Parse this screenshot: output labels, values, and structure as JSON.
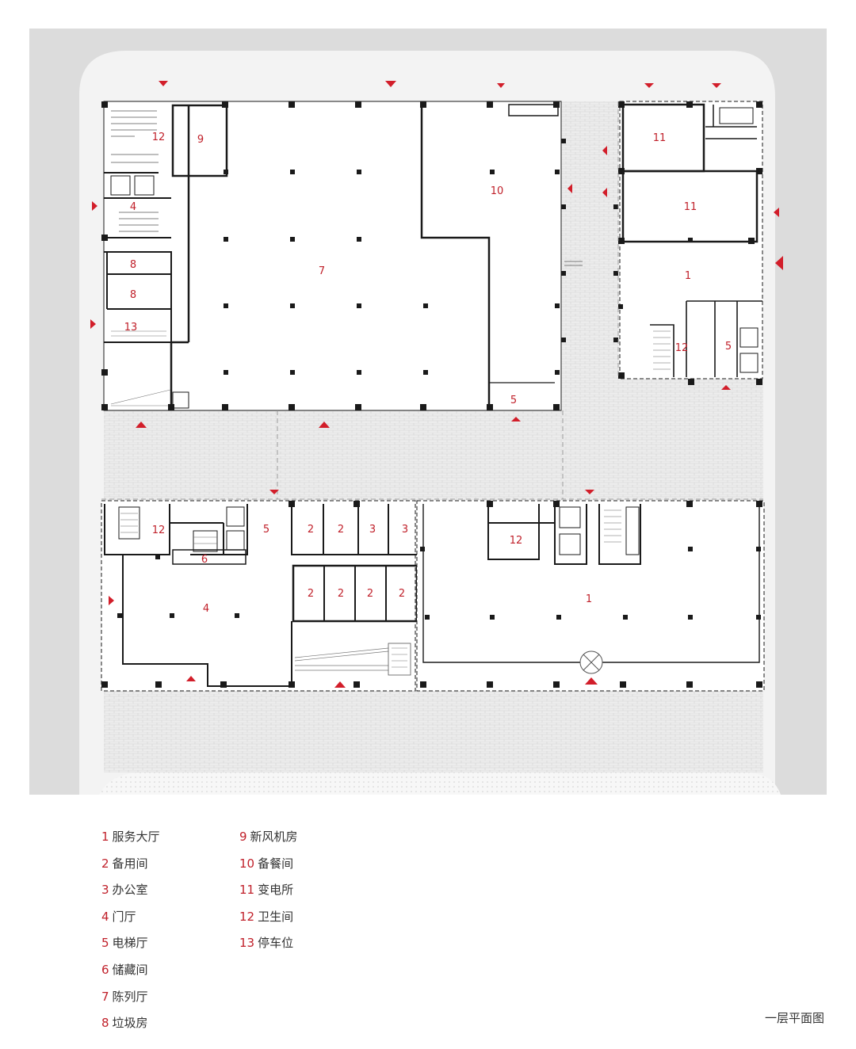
{
  "colors": {
    "accent": "#c0202a",
    "wall": "#1a1a1a",
    "site_background": "#dcdcdc",
    "paving": "#ececec",
    "plaza": "#f3f3f3"
  },
  "room_numbers": {
    "r1_north": "1",
    "r1_south": "1",
    "r2_a": "2",
    "r2_b": "2",
    "r2_c": "2",
    "r2_d": "2",
    "r2_e": "2",
    "r2_f": "2",
    "r3_a": "3",
    "r3_b": "3",
    "r4_north": "4",
    "r4_south": "4",
    "r5_a": "5",
    "r5_b": "5",
    "r5_c": "5",
    "r6": "6",
    "r7": "7",
    "r8_a": "8",
    "r8_b": "8",
    "r9": "9",
    "r10": "10",
    "r11_a": "11",
    "r11_b": "11",
    "r12_a": "12",
    "r12_b": "12",
    "r12_c": "12",
    "r12_d": "12",
    "r13": "13"
  },
  "legend": {
    "left": [
      {
        "num": "1",
        "label": "服务大厅"
      },
      {
        "num": "2",
        "label": "备用间"
      },
      {
        "num": "3",
        "label": "办公室"
      },
      {
        "num": "4",
        "label": "门厅"
      },
      {
        "num": "5",
        "label": "电梯厅"
      },
      {
        "num": "6",
        "label": "储藏间"
      },
      {
        "num": "7",
        "label": "陈列厅"
      },
      {
        "num": "8",
        "label": "垃圾房"
      }
    ],
    "right": [
      {
        "num": "9",
        "label": "新风机房"
      },
      {
        "num": "10",
        "label": "备餐间"
      },
      {
        "num": "11",
        "label": "变电所"
      },
      {
        "num": "12",
        "label": "卫生间"
      },
      {
        "num": "13",
        "label": "停车位"
      }
    ]
  },
  "drawing_title": "一层平面图"
}
